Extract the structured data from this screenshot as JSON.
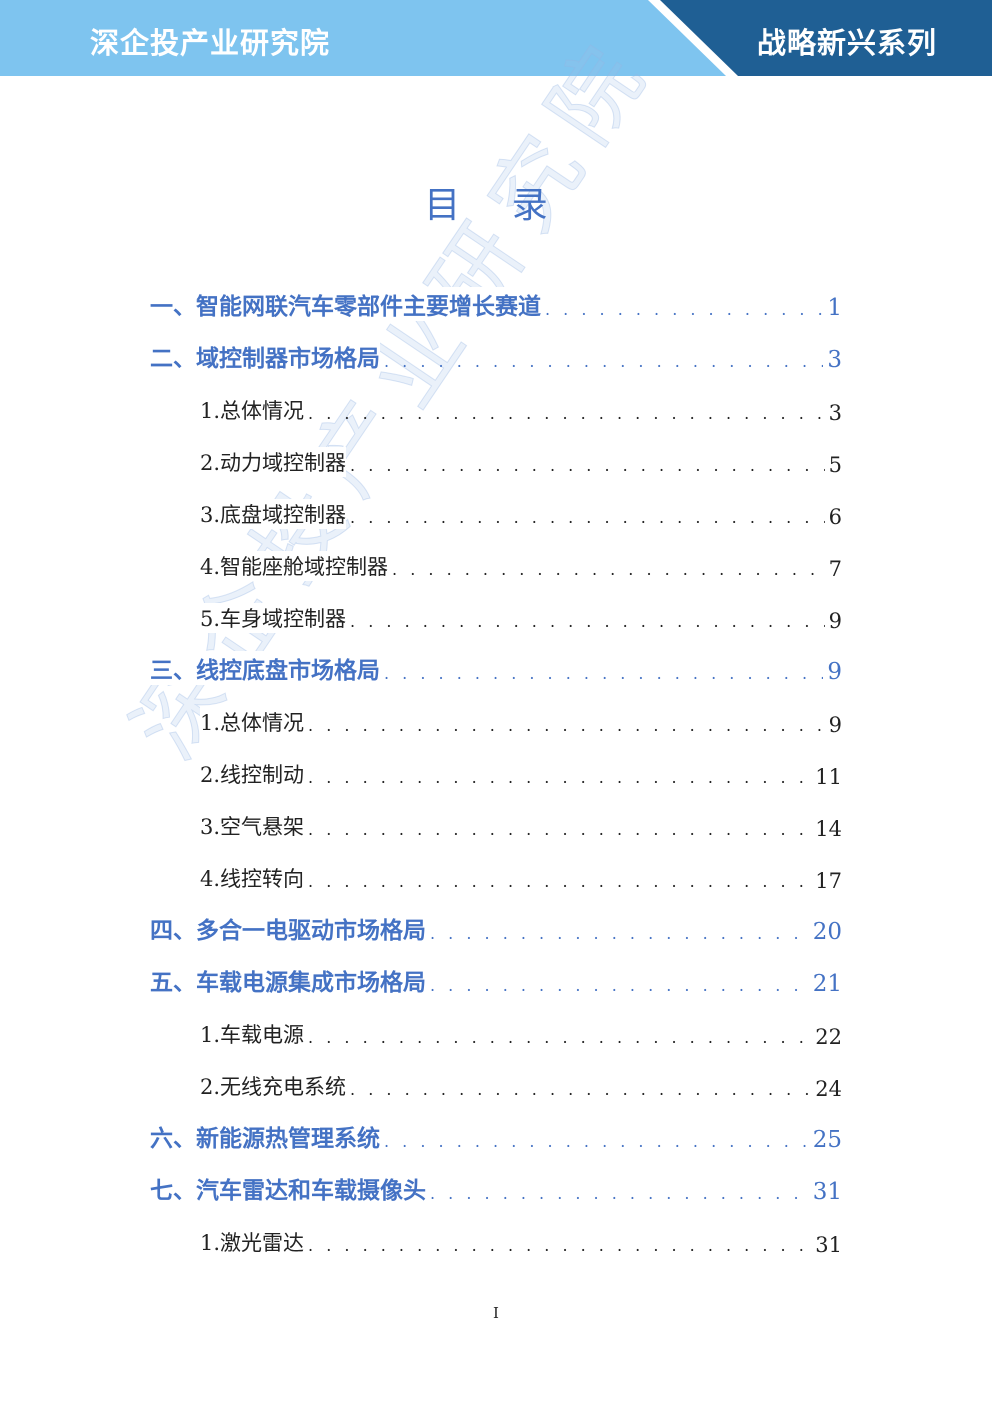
{
  "header": {
    "left_title": "深企投产业研究院",
    "right_title": "战略新兴系列",
    "colors": {
      "light_band": "#7ec4ef",
      "dark_band": "#1f5f94"
    }
  },
  "watermark": "深企投产业研究院",
  "title": "目 录",
  "toc": [
    {
      "level": 1,
      "label": "一、智能网联汽车零部件主要增长赛道",
      "page": "1"
    },
    {
      "level": 1,
      "label": "二、域控制器市场格局",
      "page": "3"
    },
    {
      "level": 2,
      "label": "1.总体情况",
      "page": "3"
    },
    {
      "level": 2,
      "label": "2.动力域控制器",
      "page": "5"
    },
    {
      "level": 2,
      "label": "3.底盘域控制器",
      "page": "6"
    },
    {
      "level": 2,
      "label": "4.智能座舱域控制器",
      "page": "7"
    },
    {
      "level": 2,
      "label": "5.车身域控制器",
      "page": "9"
    },
    {
      "level": 1,
      "label": "三、线控底盘市场格局",
      "page": "9"
    },
    {
      "level": 2,
      "label": "1.总体情况",
      "page": "9"
    },
    {
      "level": 2,
      "label": "2.线控制动",
      "page": "11"
    },
    {
      "level": 2,
      "label": "3.空气悬架",
      "page": "14"
    },
    {
      "level": 2,
      "label": "4.线控转向",
      "page": "17"
    },
    {
      "level": 1,
      "label": "四、多合一电驱动市场格局",
      "page": "20"
    },
    {
      "level": 1,
      "label": "五、车载电源集成市场格局",
      "page": "21"
    },
    {
      "level": 2,
      "label": "1.车载电源",
      "page": "22"
    },
    {
      "level": 2,
      "label": "2.无线充电系统",
      "page": "24"
    },
    {
      "level": 1,
      "label": "六、新能源热管理系统",
      "page": "25"
    },
    {
      "level": 1,
      "label": "七、汽车雷达和车载摄像头",
      "page": "31"
    },
    {
      "level": 2,
      "label": "1.激光雷达",
      "page": "31"
    }
  ],
  "page_number": "I",
  "colors": {
    "heading_blue": "#4472c4",
    "body_text": "#222222"
  }
}
